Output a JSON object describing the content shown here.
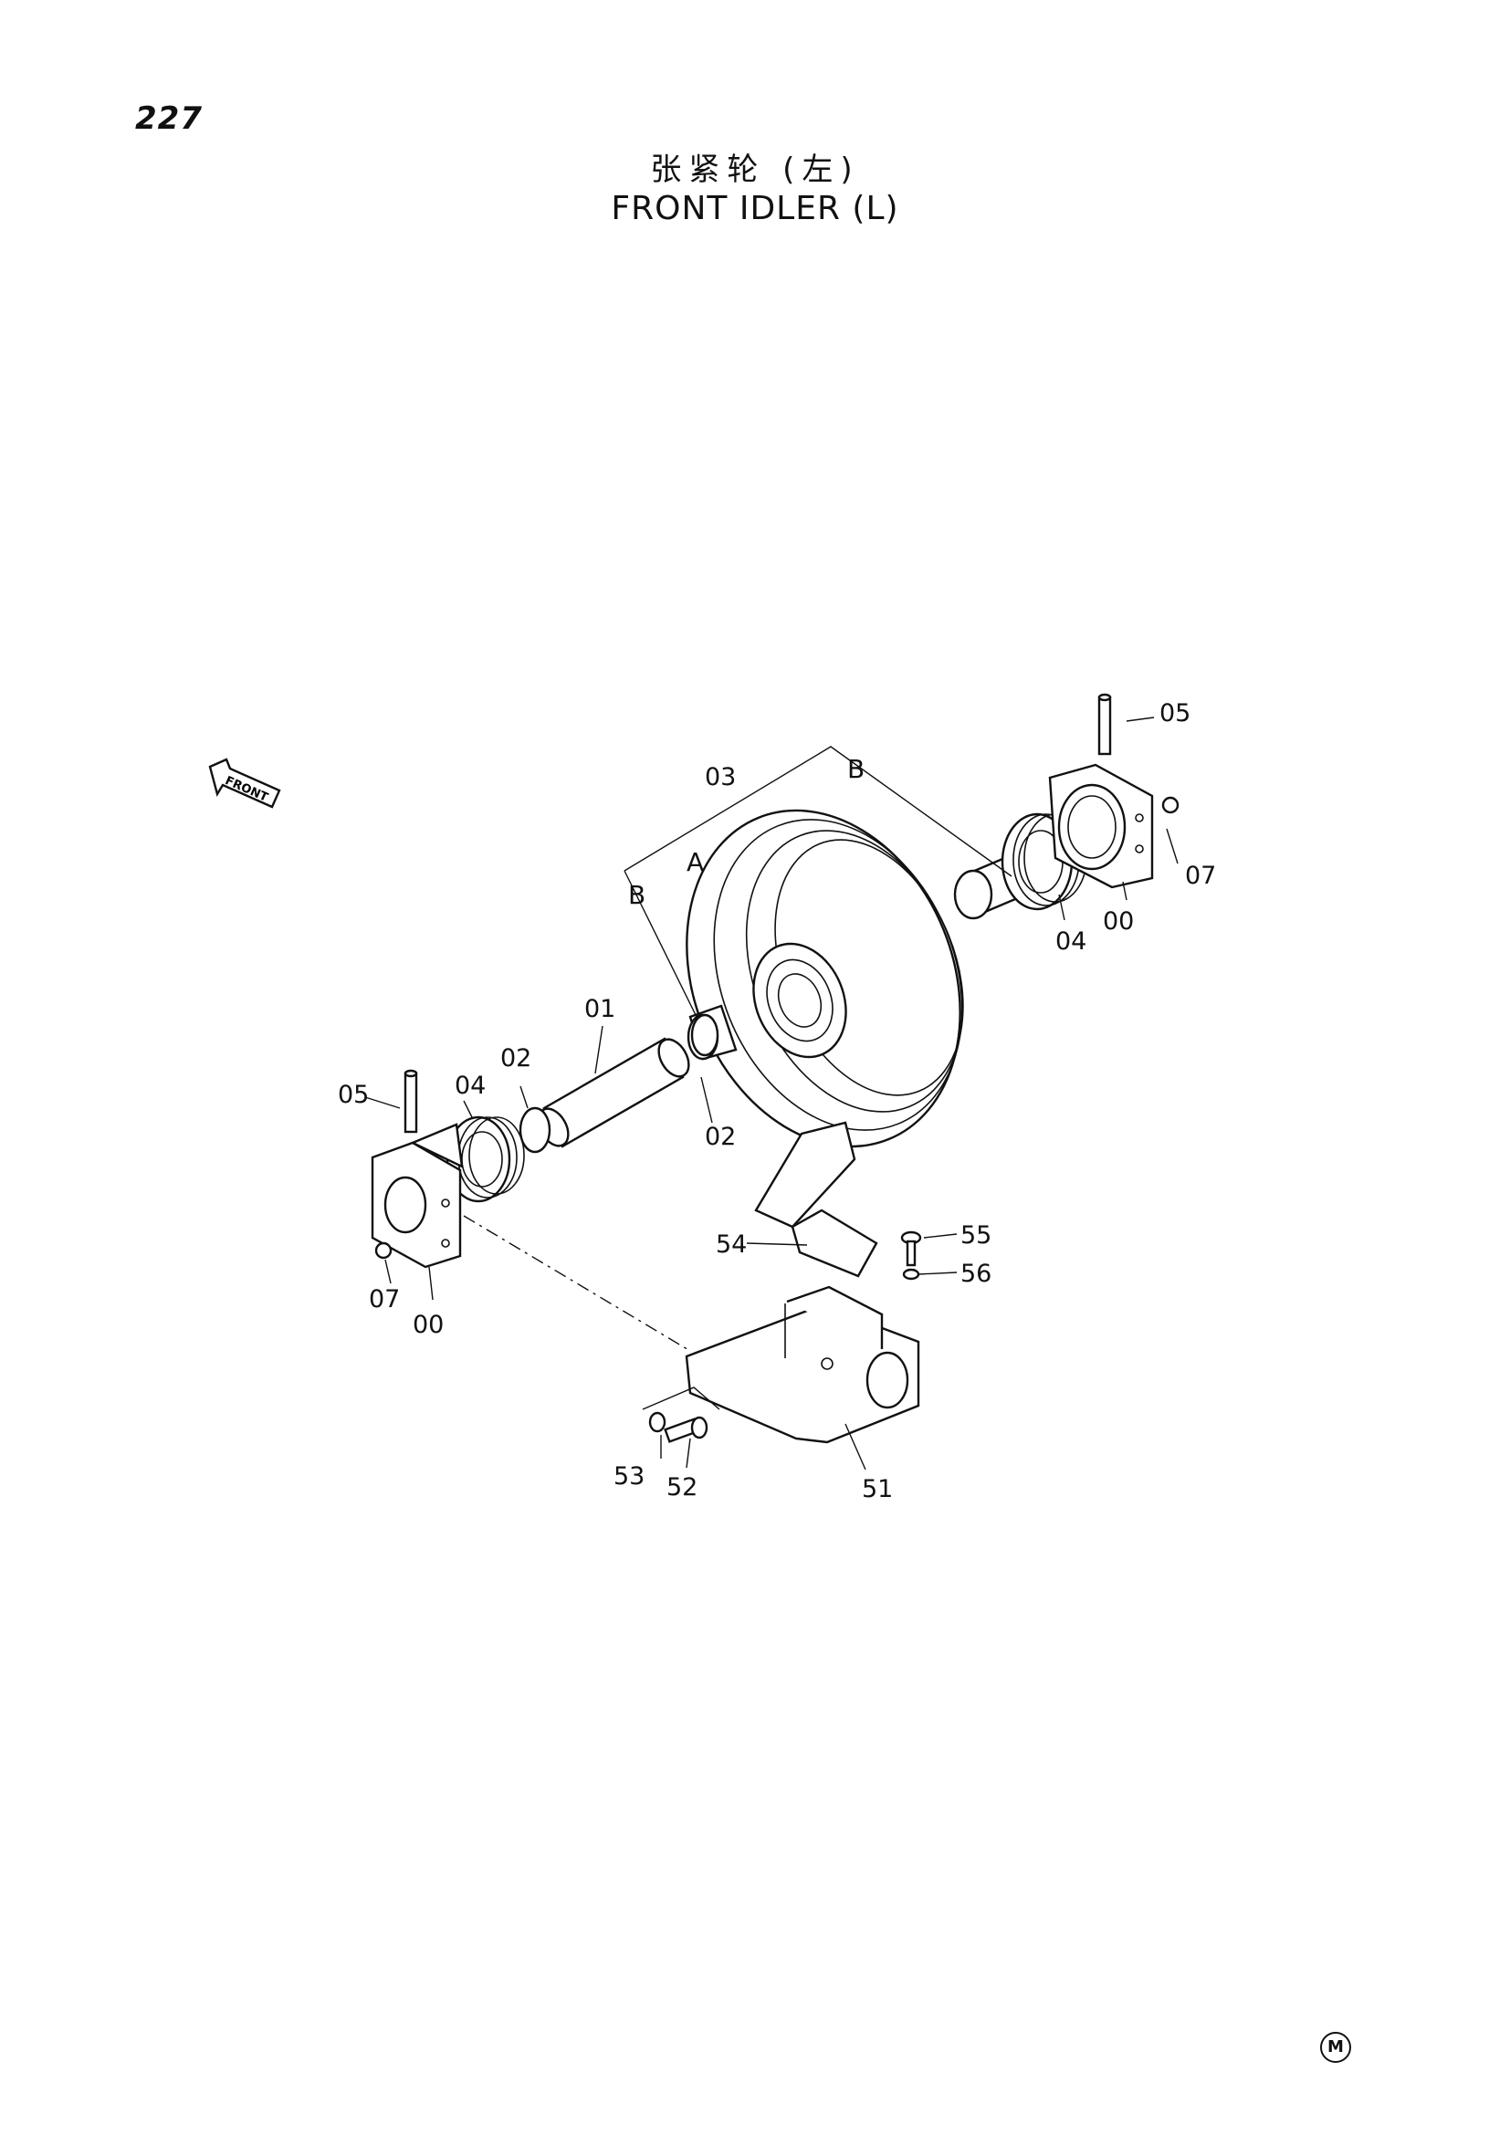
{
  "page_number": "227",
  "title_cn": "张紧轮 (左)",
  "title_en": "FRONT IDLER (L)",
  "direction_indicator": "FRONT",
  "callouts": {
    "c00_right": "00",
    "c00_left": "00",
    "c01": "01",
    "c02_upper": "02",
    "c02_lower": "02",
    "c03": "03",
    "c04_right": "04",
    "c04_left": "04",
    "c05_right": "05",
    "c05_left": "05",
    "c07_right": "07",
    "c07_left": "07",
    "c51": "51",
    "c52": "52",
    "c53": "53",
    "c54": "54",
    "c55": "55",
    "c56": "56"
  },
  "detail_letters": {
    "a": "A",
    "b_upper": "B",
    "b_left": "B"
  },
  "corner_mark": "M"
}
